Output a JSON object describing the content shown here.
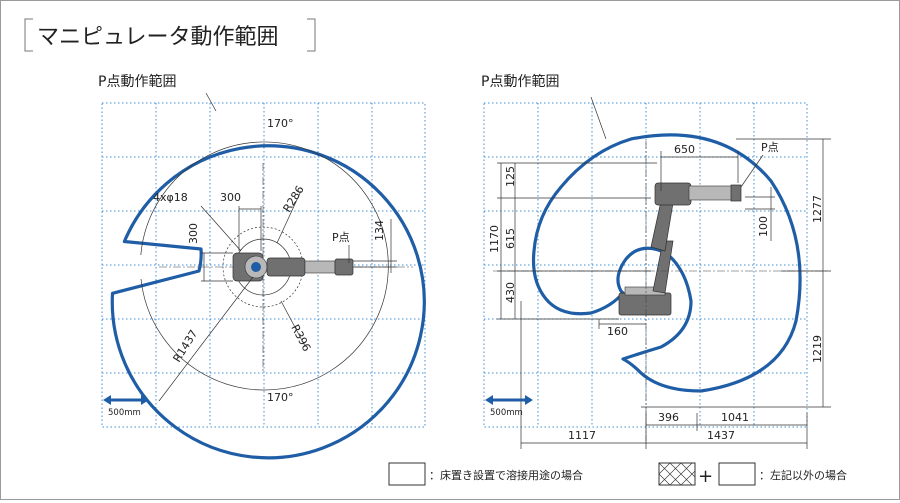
{
  "header": {
    "title": "マニピュレータ動作範囲"
  },
  "top_view": {
    "section_label": "P点動作範囲",
    "angle_top": "170°",
    "angle_bottom": "170°",
    "hole_label": "4xφ18",
    "dim_300_h": "300",
    "dim_300_v": "300",
    "radius_286": "R286",
    "radius_396": "R396",
    "radius_1437": "R1437",
    "point_label": "P点",
    "dim_134": "134",
    "scale_label": "500mm"
  },
  "side_view": {
    "section_label": "P点動作範囲",
    "dim_650": "650",
    "point_label": "P点",
    "dim_125": "125",
    "dim_1170": "1170",
    "dim_615": "615",
    "dim_430": "430",
    "dim_100": "100",
    "dim_1277": "1277",
    "dim_1219": "1219",
    "dim_160": "160",
    "dim_396": "396",
    "dim_1041": "1041",
    "dim_1117": "1117",
    "dim_1437": "1437",
    "scale_label": "500mm"
  },
  "legend": {
    "floor_text": "床置き設置で溶接用途の場合",
    "plus_sign": "+",
    "other_text": "左記以外の場合"
  }
}
